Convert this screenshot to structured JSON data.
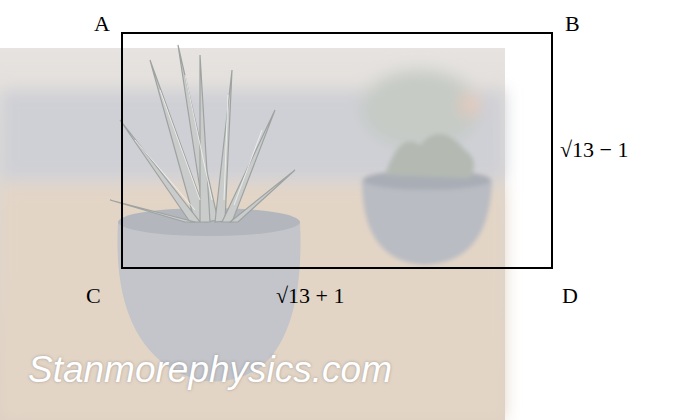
{
  "diagram": {
    "labels": [
      "A",
      "B",
      "C",
      "D",
      "√13 − 1",
      "√13 + 1",
      "Stanmorephysics.com"
    ]
  }
}
